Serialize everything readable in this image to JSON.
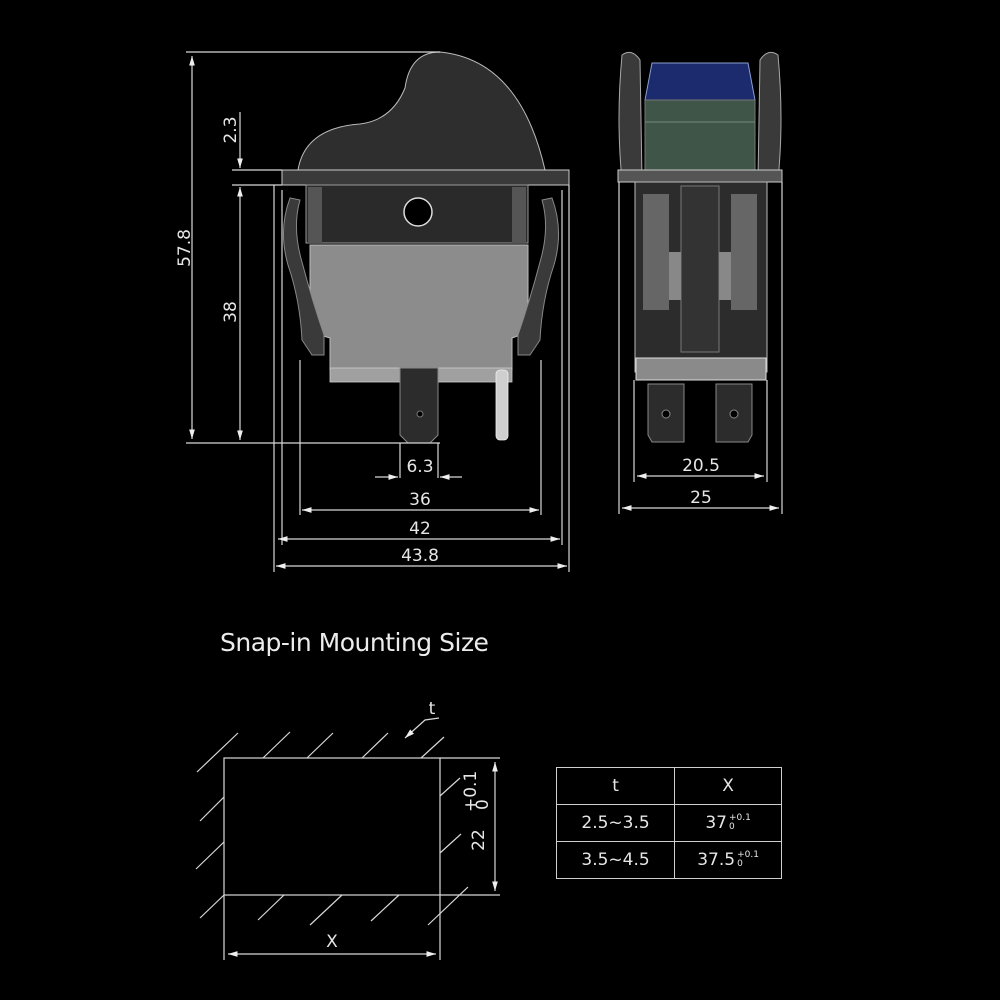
{
  "front_view": {
    "dim_height_total": "57.8",
    "dim_flange_thickness": "2.3",
    "dim_body_height": "38",
    "dim_terminal_width": "6.3",
    "dim_body_width": "36",
    "dim_clip_width": "42",
    "dim_flange_width": "43.8"
  },
  "side_view": {
    "dim_terminal_spacing": "20.5",
    "dim_flange_depth": "25",
    "rocker_top_color": "#1c2a6e",
    "rocker_body_color": "#3f5547"
  },
  "mounting": {
    "title": "Snap-in Mounting Size",
    "label_t": "t",
    "label_x": "X",
    "cutout_height": "22",
    "cutout_height_tol_upper": "+0.1",
    "cutout_height_tol_lower": "0"
  },
  "spec_table": {
    "headers": [
      "t",
      "X"
    ],
    "rows": [
      {
        "t": "2.5~3.5",
        "x": "37",
        "tol_upper": "+0.1",
        "tol_lower": "0"
      },
      {
        "t": "3.5~4.5",
        "x": "37.5",
        "tol_upper": "+0.1",
        "tol_lower": "0"
      }
    ]
  }
}
